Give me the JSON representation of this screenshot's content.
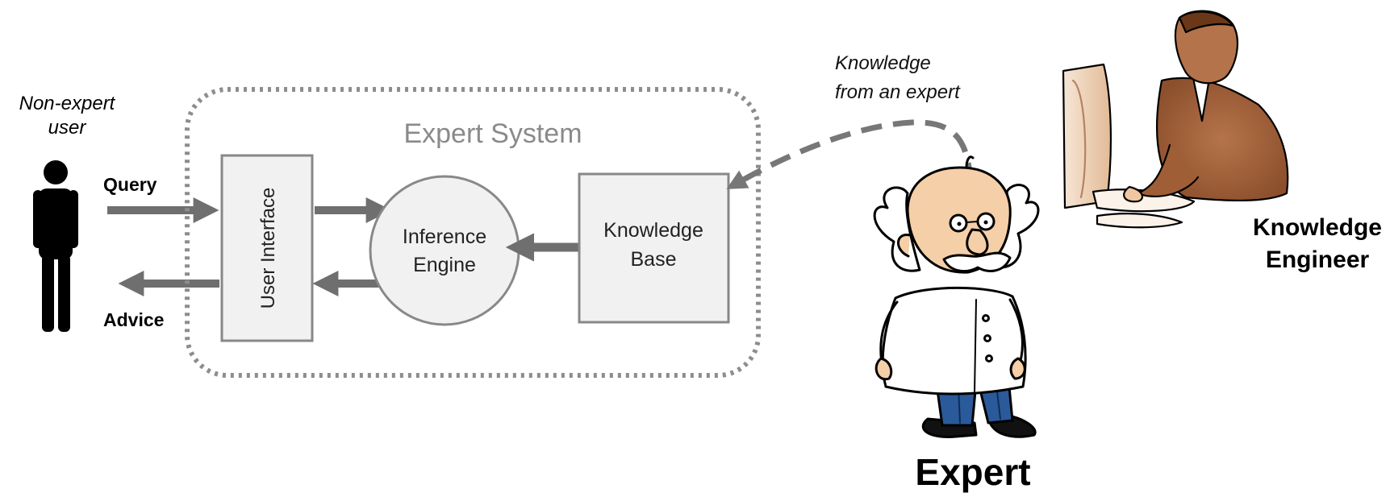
{
  "labels": {
    "non_expert_user": [
      "Non-expert",
      "user"
    ],
    "query": "Query",
    "advice": "Advice",
    "expert_system": "Expert System",
    "user_interface": "User Interface",
    "inference_engine": [
      "Inference",
      "Engine"
    ],
    "knowledge_base": [
      "Knowledge",
      "Base"
    ],
    "knowledge_from_expert": [
      "Knowledge",
      "from an expert"
    ],
    "knowledge_engineer": [
      "Knowledge",
      "Engineer"
    ],
    "expert": "Expert"
  },
  "icons": {
    "user": "person-silhouette-icon",
    "expert": "expert-scientist-icon",
    "engineer": "knowledge-engineer-at-computer-icon"
  },
  "colors": {
    "box_fill": "#f1f1f1",
    "box_stroke": "#888888",
    "arrow": "#6f6f6f",
    "dotted_border": "#8d8d8d",
    "system_title": "#8a8a8a",
    "engineer_suit": "#a8663e",
    "expert_pants": "#2a5a9a"
  }
}
